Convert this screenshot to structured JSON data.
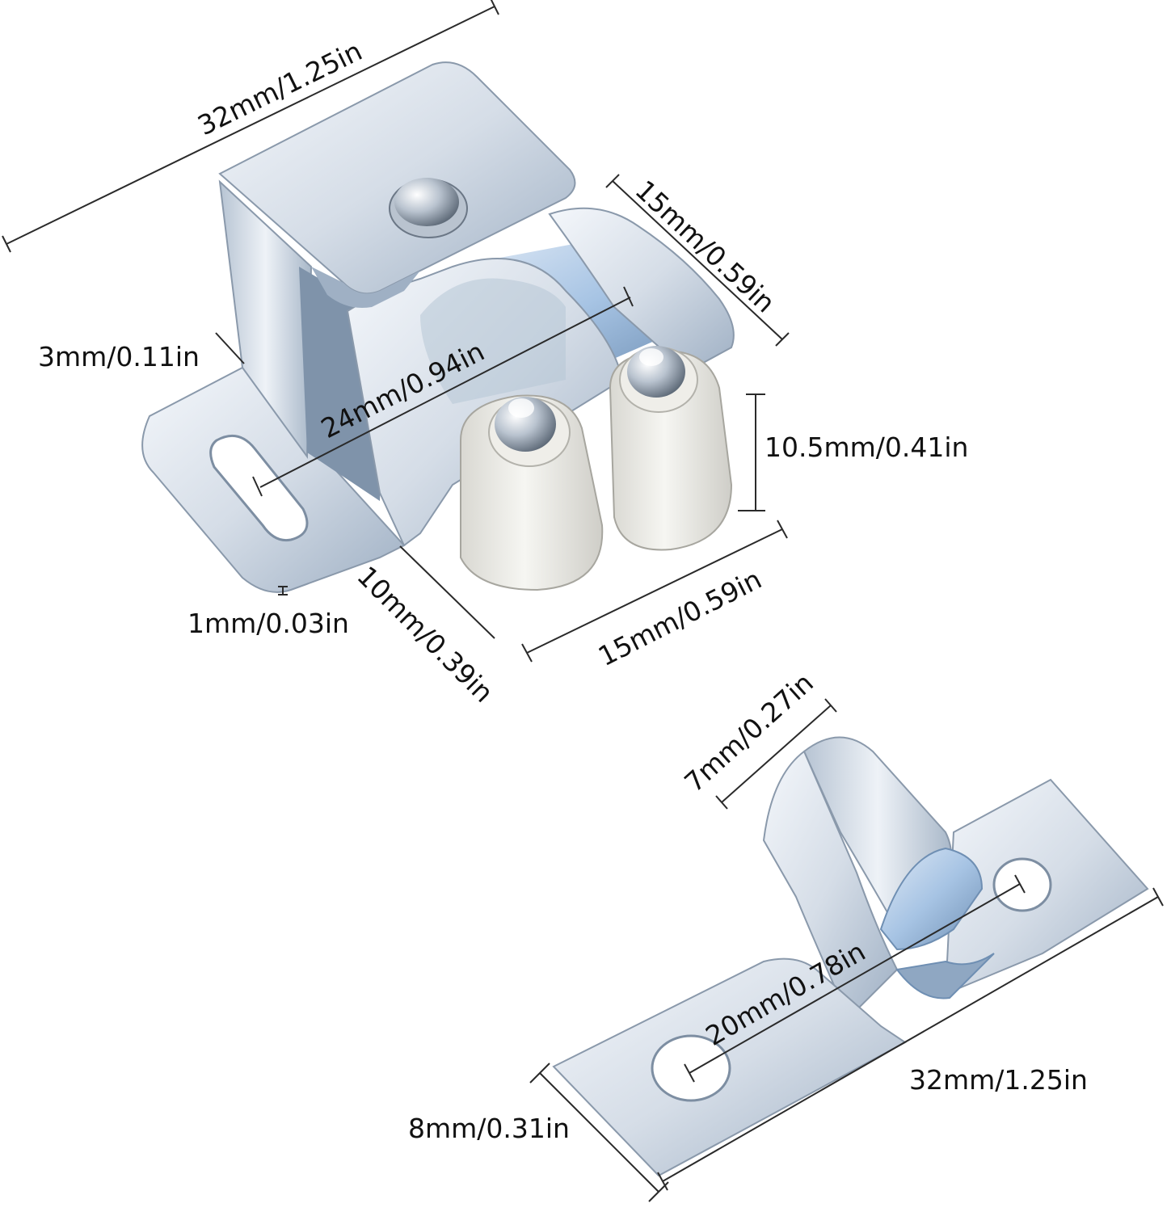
{
  "colors": {
    "metal_light": "#eef2f7",
    "metal_mid": "#c9d3df",
    "metal_dark": "#8fa0b4",
    "metal_blue": "#a7c4e4",
    "roller": "#ecebe6",
    "line": "#2a2a2a",
    "text": "#111111"
  },
  "icons": [
    "roller-catch-body-icon",
    "strike-plate-icon"
  ],
  "dimensions": {
    "catch_length_top": "32mm/1.25in",
    "catch_depth_right": "15mm/0.59in",
    "catch_flange_gap": "3mm/0.11in",
    "catch_center_hole": "24mm/0.94in",
    "catch_roller_height": "10.5mm/0.41in",
    "catch_thickness": "1mm/0.03in",
    "catch_flange_depth": "10mm/0.39in",
    "catch_width_bottom": "15mm/0.59in",
    "strike_loop_width": "7mm/0.27in",
    "strike_hole_spacing": "20mm/0.78in",
    "strike_length": "32mm/1.25in",
    "strike_width": "8mm/0.31in"
  }
}
